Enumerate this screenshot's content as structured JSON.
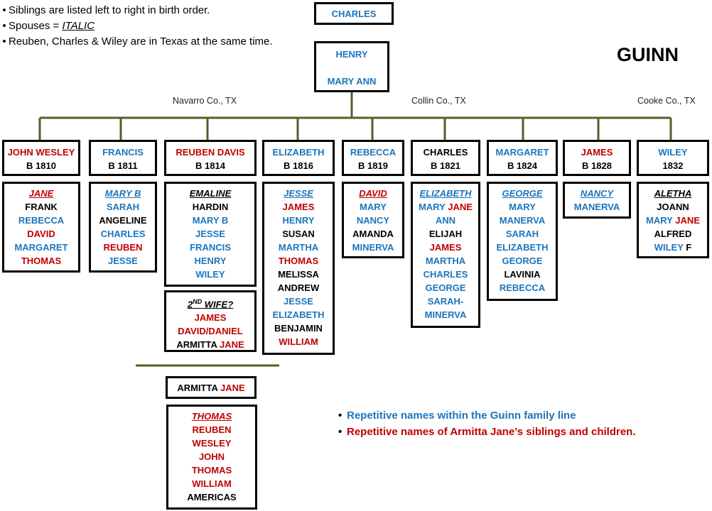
{
  "notes": [
    "Siblings are listed left to right in birth order.",
    "Reuben, Charles & Wiley are in Texas at the same time."
  ],
  "spouses_note": {
    "prefix": "Spouses = ",
    "emphasis": "ITALIC"
  },
  "title": "GUINN",
  "counties": {
    "left": "Navarro Co., TX",
    "middle": "Collin Co., TX",
    "right": "Cooke Co., TX"
  },
  "root": {
    "name": "CHARLES",
    "color": "#1c75bc"
  },
  "parents": {
    "father": "HENRY",
    "mother": "MARY ANN"
  },
  "children": [
    {
      "name": "JOHN WESLEY",
      "birth": "B 1810",
      "name_color": "red",
      "family": [
        [
          "JANE",
          "red",
          true
        ],
        [
          "FRANK",
          "blk",
          false
        ],
        [
          "REBECCA",
          "blue",
          false
        ],
        [
          "DAVID",
          "red",
          false
        ],
        [
          "MARGARET",
          "blue",
          false
        ],
        [
          "THOMAS",
          "red",
          false
        ]
      ]
    },
    {
      "name": "FRANCIS",
      "birth": "B 1811",
      "name_color": "blue",
      "family": [
        [
          "MARY B",
          "blue",
          true
        ],
        [
          "SARAH",
          "blue",
          false
        ],
        [
          "ANGELINE",
          "blk",
          false
        ],
        [
          "CHARLES",
          "blue",
          false
        ],
        [
          "REUBEN",
          "red",
          false
        ],
        [
          "JESSE",
          "blue",
          false
        ]
      ]
    },
    {
      "name": "REUBEN DAVIS",
      "birth": "B 1814",
      "name_color": "red",
      "family": [
        [
          "EMALINE",
          "blk",
          true
        ],
        [
          "HARDIN",
          "blk",
          false
        ],
        [
          "MARY B",
          "blue",
          false
        ],
        [
          "JESSE",
          "blue",
          false
        ],
        [
          "FRANCIS",
          "blue",
          false
        ],
        [
          "HENRY",
          "blue",
          false
        ],
        [
          "WILEY",
          "blue",
          false
        ]
      ]
    },
    {
      "name": "ELIZABETH",
      "birth": "B 1816",
      "name_color": "blue",
      "family": [
        [
          "JESSE",
          "blue",
          true
        ],
        [
          "JAMES",
          "red",
          false
        ],
        [
          "HENRY",
          "blue",
          false
        ],
        [
          "SUSAN",
          "blk",
          false
        ],
        [
          "MARTHA",
          "blue",
          false
        ],
        [
          "THOMAS",
          "red",
          false
        ],
        [
          "MELISSA",
          "blk",
          false
        ],
        [
          "ANDREW",
          "blk",
          false
        ],
        [
          "JESSE",
          "blue",
          false
        ],
        [
          "ELIZABETH",
          "blue",
          false
        ],
        [
          "BENJAMIN",
          "blk",
          false
        ],
        [
          "WILLIAM",
          "red",
          false
        ]
      ]
    },
    {
      "name": "REBECCA",
      "birth": "B 1819",
      "name_color": "blue",
      "family": [
        [
          "DAVID",
          "red",
          true
        ],
        [
          "MARY",
          "blue",
          false
        ],
        [
          "NANCY",
          "blue",
          false
        ],
        [
          "AMANDA",
          "blk",
          false
        ],
        [
          "MINERVA",
          "blue",
          false
        ]
      ]
    },
    {
      "name": "CHARLES",
      "birth": "B 1821",
      "name_color": "blk",
      "family": [
        [
          "ELIZABETH",
          "blue",
          true
        ],
        [
          "MARY JANE",
          "mixed",
          false
        ],
        [
          "ANN",
          "blue",
          false
        ],
        [
          "ELIJAH",
          "blk",
          false
        ],
        [
          "JAMES",
          "red",
          false
        ],
        [
          "MARTHA",
          "blue",
          false
        ],
        [
          "CHARLES",
          "blue",
          false
        ],
        [
          "GEORGE",
          "blue",
          false
        ],
        [
          "SARAH-",
          "blue",
          false
        ],
        [
          "MINERVA",
          "blue",
          false
        ]
      ]
    },
    {
      "name": "MARGARET",
      "birth": "B 1824",
      "name_color": "blue",
      "family": [
        [
          "GEORGE",
          "blue",
          true
        ],
        [
          "MARY",
          "blue",
          false
        ],
        [
          "MANERVA",
          "blue",
          false
        ],
        [
          "SARAH",
          "blue",
          false
        ],
        [
          "ELIZABETH",
          "blue",
          false
        ],
        [
          "GEORGE",
          "blue",
          false
        ],
        [
          "LAVINIA",
          "blk",
          false
        ],
        [
          "REBECCA",
          "blue",
          false
        ]
      ]
    },
    {
      "name": "JAMES",
      "birth": "B 1828",
      "name_color": "red",
      "family": [
        [
          "NANCY",
          "blue",
          true
        ],
        [
          "MANERVA",
          "blue",
          false
        ]
      ]
    },
    {
      "name": "WILEY",
      "birth": "1832",
      "name_color": "blue",
      "family": [
        [
          "ALETHA",
          "blk",
          true
        ],
        [
          "JOANN",
          "blk",
          false
        ],
        [
          "MARY JANE",
          "mixed",
          false
        ],
        [
          "ALFRED",
          "blk",
          false
        ],
        [
          "WILEY F",
          "mixed2",
          false
        ]
      ]
    }
  ],
  "second_wife": {
    "label_prefix": "2",
    "label_sup": "ND",
    "label_suffix": " WIFE?",
    "children": [
      [
        "JAMES",
        "red"
      ],
      [
        "DAVID/DANIEL",
        "red"
      ]
    ],
    "armitta_first": "ARMITTA",
    "armitta_last": "JANE"
  },
  "armitta_box": {
    "first": "ARMITTA",
    "last": "JANE"
  },
  "armitta_family": [
    [
      "THOMAS",
      "red",
      true
    ],
    [
      "REUBEN",
      "red",
      false
    ],
    [
      "WESLEY",
      "red",
      false
    ],
    [
      "JOHN",
      "red",
      false
    ],
    [
      "THOMAS",
      "red",
      false
    ],
    [
      "WILLIAM",
      "red",
      false
    ],
    [
      "AMERICAS",
      "blk",
      false
    ]
  ],
  "legend": [
    {
      "text": "Repetitive names within the Guinn family line",
      "color": "#1c75bc"
    },
    {
      "text": "Repetitive names of Armitta Jane’s siblings and children.",
      "color": "#c00000"
    }
  ],
  "colors": {
    "blue": "#1c75bc",
    "red": "#c00000",
    "line": "#4f6228"
  }
}
